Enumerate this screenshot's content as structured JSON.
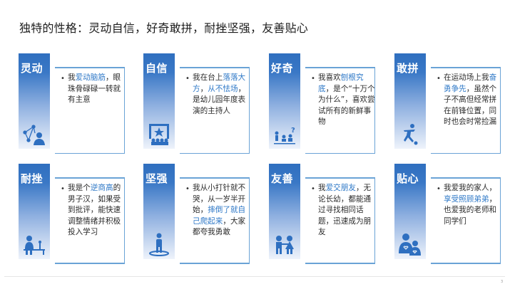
{
  "title": "独特的性格：灵动自信，好奇敢拼，耐挫坚强，友善贴心",
  "cards": [
    {
      "label": "灵动",
      "icon": "network-person-icon",
      "parts": [
        {
          "t": "我"
        },
        {
          "t": "爱动脑筋",
          "hl": true
        },
        {
          "t": "，眼珠骨碌碌一转就有主意"
        }
      ]
    },
    {
      "label": "自信",
      "icon": "stage-star-audience-icon",
      "parts": [
        {
          "t": "我在台上"
        },
        {
          "t": "落落大方",
          "hl": true
        },
        {
          "t": "，"
        },
        {
          "t": "从不怯场",
          "hl": true
        },
        {
          "t": "，是幼儿园年度表演的主持人"
        }
      ]
    },
    {
      "label": "好奇",
      "icon": "curious-kids-question-icon",
      "parts": [
        {
          "t": "我喜欢"
        },
        {
          "t": "刨根究底",
          "hl": true
        },
        {
          "t": "，是个“十万个为什么”，喜欢尝试所有的新鲜事物"
        }
      ]
    },
    {
      "label": "敢拼",
      "icon": "soccer-player-icon",
      "parts": [
        {
          "t": "在运动场上我"
        },
        {
          "t": "奋勇争先",
          "hl": true
        },
        {
          "t": "，虽然个子不高但经常拼在前锋位置，同时也会时常捡漏"
        }
      ]
    },
    {
      "label": "耐挫",
      "icon": "student-at-desk-icon",
      "parts": [
        {
          "t": "我是个"
        },
        {
          "t": "逆商高",
          "hl": true
        },
        {
          "t": "的男子汉，如果受到批评，能快速调整情绪并积极投入学习"
        }
      ]
    },
    {
      "label": "坚强",
      "icon": "standing-person-icon",
      "parts": [
        {
          "t": "我从小打针就不哭，从一岁半开始，"
        },
        {
          "t": "摔倒了就自己爬起来",
          "hl": true
        },
        {
          "t": "，大家都夸我勇敢"
        }
      ]
    },
    {
      "label": "友善",
      "icon": "two-children-holding-hands-icon",
      "parts": [
        {
          "t": "我"
        },
        {
          "t": "爱交朋友",
          "hl": true
        },
        {
          "t": "，无论长幼，都能通过寻找相同话题，迅速成为朋友"
        }
      ]
    },
    {
      "label": "贴心",
      "icon": "parent-child-heart-icon",
      "parts": [
        {
          "t": "我爱我的家人，"
        },
        {
          "t": "享受照顾弟弟",
          "hl": true
        },
        {
          "t": "，也爱我的老师和同学们"
        }
      ]
    }
  ],
  "page_number": "3",
  "colors": {
    "accent": "#2e78c7",
    "tab_top": "#2f6fbf",
    "border": "#6aa3d6"
  }
}
